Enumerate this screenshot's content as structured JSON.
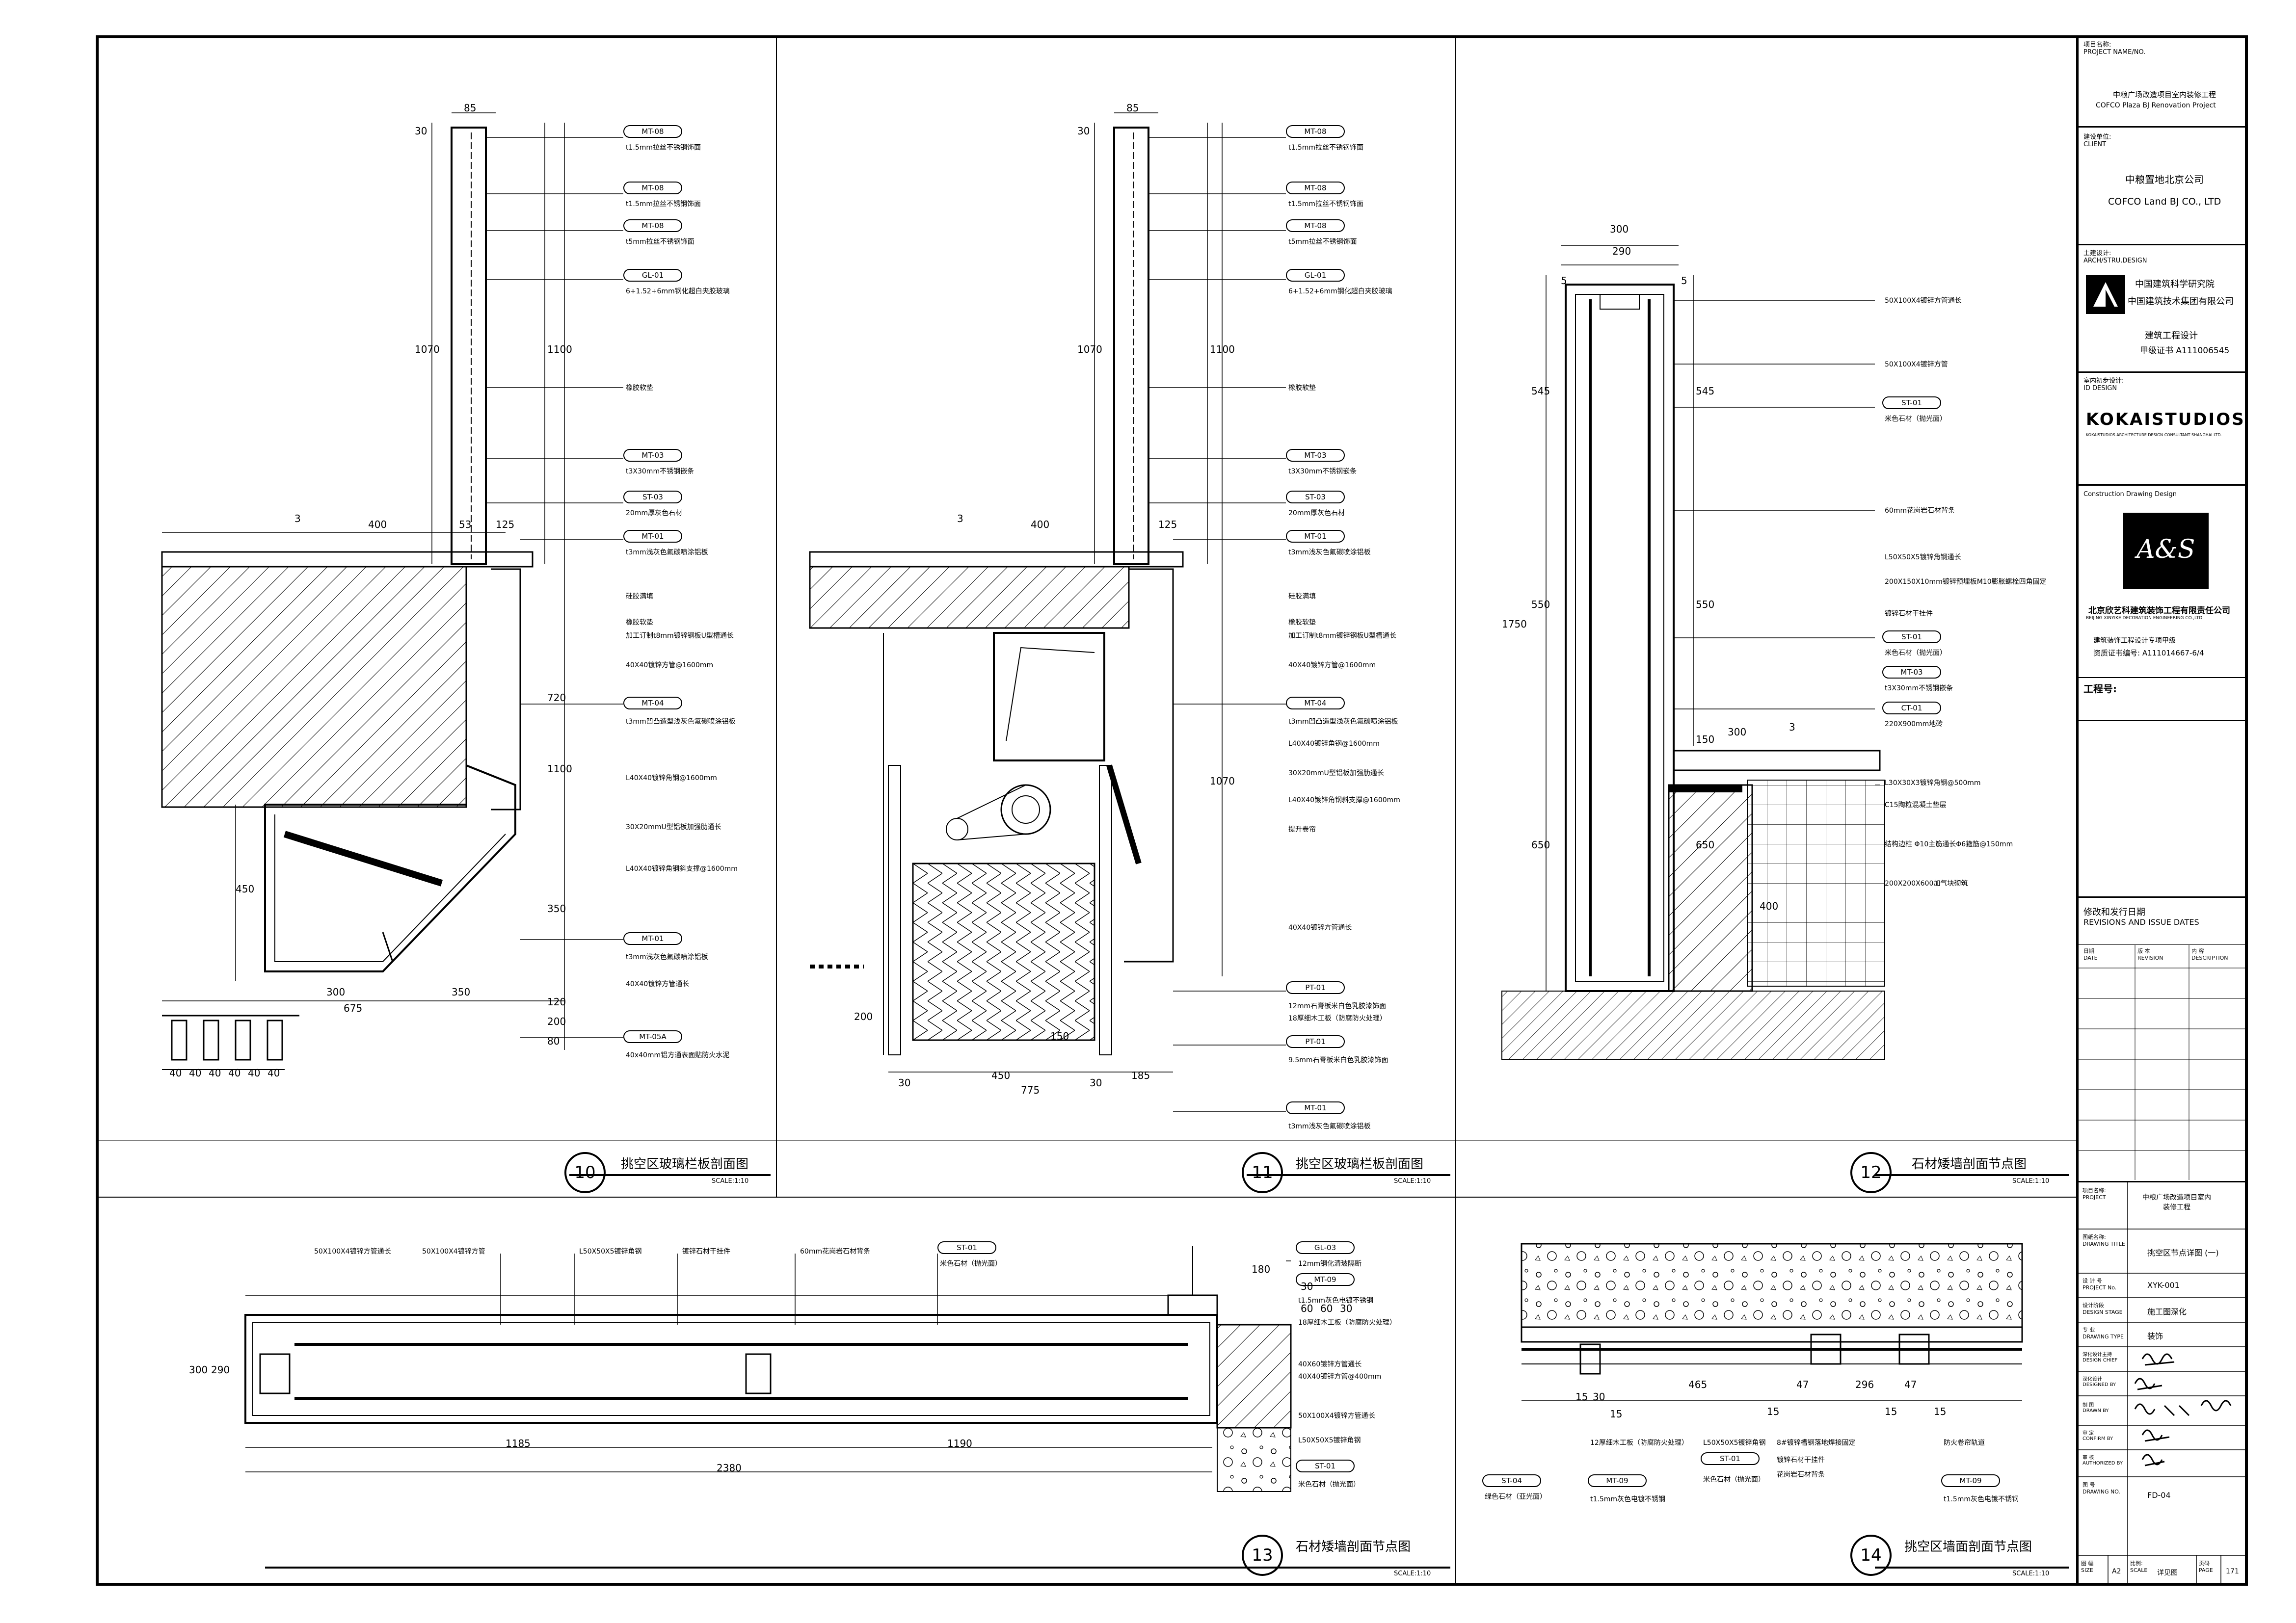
{
  "titleblock": {
    "project_label": "项目名称:\nPROJECT NAME/NO.",
    "project_name_cn": "中粮广场改造项目室内装修工程",
    "project_name_en": "COFCO Plaza BJ Renovation Project",
    "client_label": "建设单位:\nCLIENT",
    "client_cn": "中粮置地北京公司",
    "client_en": "COFCO Land BJ CO., LTD",
    "arch_label": "土建设计:\nARCH/STRU.DESIGN",
    "arch_org1": "中国建筑科学研究院",
    "arch_org2": "中国建筑技术集团有限公司",
    "arch_cert1": "建筑工程设计",
    "arch_cert2": "甲级证书 A111006545",
    "idesign_label": "室内初步设计:\nID DESIGN",
    "kokai": "KOKAISTUDIOS",
    "kokai_small": "KOKAISTUDIOS ARCHITECTURE DESIGN CONSULTANT SHANGHAI LTD.",
    "cdd_label": "Construction Drawing Design",
    "logo_text": "A&S",
    "company_cn": "北京欣艺科建筑装饰工程有限责任公司",
    "company_en": "BEIJING XINYIKE DECORATION ENGINEERING CO.,LTD",
    "license1": "建筑装饰工程设计专项甲级",
    "license2": "资质证书编号: A111014667-6/4",
    "project_no_label": "工程号:",
    "rev_title_cn": "修改和发行日期",
    "rev_title_en": "REVISIONS AND ISSUE DATES",
    "rev_col1": "日期\nDATE",
    "rev_col2": "版 本\nREVISION",
    "rev_col3": "内 容\nDESCRIPTION",
    "rows": [
      {
        "label": "项目名称:\nPROJECT",
        "value": "中粮广场改造项目室内\n装修工程"
      },
      {
        "label": "图纸名称:\nDRAWING TITLE",
        "value": "挑空区节点详图 (一)"
      },
      {
        "label": "设 计 号\nPROJECT No.",
        "value": "XYK-001"
      },
      {
        "label": "设计阶段\nDESIGN STAGE",
        "value": "施工图深化"
      },
      {
        "label": "专 业\nDRAWING TYPE",
        "value": "装饰"
      },
      {
        "label": "深化设计主持\nDESIGN CHIEF",
        "value": ""
      },
      {
        "label": "深化设计\nDESIGNED BY",
        "value": ""
      },
      {
        "label": "制 图\nDRAWN BY",
        "value": ""
      },
      {
        "label": "审 定\nCONFIRM BY",
        "value": ""
      },
      {
        "label": "审 核\nAUTHORIZED BY",
        "value": ""
      },
      {
        "label": "图 号\nDRAWING NO.",
        "value": "FD-04"
      }
    ],
    "size_label": "图 幅\nSIZE",
    "size_value": "A2",
    "scale_label": "比例:\nSCALE",
    "scale_value": "详见图",
    "page_label": "页码\nPAGE",
    "page_value": "171"
  },
  "details": [
    {
      "num": "10",
      "title": "挑空区玻璃栏板剖面图",
      "scale": "SCALE:1:10"
    },
    {
      "num": "11",
      "title": "挑空区玻璃栏板剖面图",
      "scale": "SCALE:1:10"
    },
    {
      "num": "12",
      "title": "石材矮墙剖面节点图",
      "scale": "SCALE:1:10"
    },
    {
      "num": "13",
      "title": "石材矮墙剖面节点图",
      "scale": "SCALE:1:10"
    },
    {
      "num": "14",
      "title": "挑空区墙面剖面节点图",
      "scale": "SCALE:1:10"
    }
  ],
  "d10": {
    "tags": [
      "MT-08",
      "MT-08",
      "MT-08",
      "GL-01",
      "MT-03",
      "ST-03",
      "MT-01",
      "MT-04",
      "MT-01",
      "MT-05A"
    ],
    "notes": [
      "t1.5mm拉丝不锈钢饰面",
      "t1.5mm拉丝不锈钢饰面",
      "t5mm拉丝不锈钢饰面",
      "6+1.52+6mm钢化超白夹胶玻璃",
      "橡胶软垫",
      "t3X30mm不锈钢嵌条",
      "20mm厚灰色石材",
      "t3mm浅灰色氟碳喷涂铝板",
      "硅胶满填",
      "橡胶软垫",
      "加工订制t8mm镀锌钢板U型槽通长",
      "40X40镀锌方管@1600mm",
      "t3mm凹凸造型浅灰色氟碳喷涂铝板",
      "L40X40镀锌角钢@1600mm",
      "30X20mmU型铝板加强肋通长",
      "L40X40镀锌角钢斜支撑@1600mm",
      "t3mm浅灰色氟碳喷涂铝板",
      "40X40镀锌方管通长",
      "40x40mm铝方通表面贴防火水泥"
    ],
    "dims": [
      "85",
      "30",
      "1070",
      "1100",
      "400",
      "53",
      "125",
      "3",
      "720",
      "1100",
      "450",
      "350",
      "300",
      "675",
      "350",
      "120",
      "200",
      "80",
      "40",
      "40",
      "40",
      "40",
      "40",
      "40"
    ]
  },
  "d11": {
    "tags": [
      "MT-08",
      "MT-08",
      "MT-08",
      "GL-01",
      "MT-03",
      "ST-03",
      "MT-01",
      "MT-04",
      "PT-01",
      "PT-01",
      "MT-01"
    ],
    "notes": [
      "t1.5mm拉丝不锈钢饰面",
      "t1.5mm拉丝不锈钢饰面",
      "t5mm拉丝不锈钢饰面",
      "6+1.52+6mm钢化超白夹胶玻璃",
      "橡胶软垫",
      "t3X30mm不锈钢嵌条",
      "20mm厚灰色石材",
      "t3mm浅灰色氟碳喷涂铝板",
      "硅胶满填",
      "橡胶软垫",
      "加工订制t8mm镀锌钢板U型槽通长",
      "40X40镀锌方管@1600mm",
      "t3mm凹凸造型浅灰色氟碳喷涂铝板",
      "L40X40镀锌角钢@1600mm",
      "30X20mmU型铝板加强肋通长",
      "L40X40镀锌角钢斜支撑@1600mm",
      "提升卷帘",
      "40X40镀锌方管通长",
      "12mm石膏板米白色乳胶漆饰面",
      "18厚细木工板（防腐防火处理）",
      "9.5mm石膏板米白色乳胶漆饰面",
      "t3mm浅灰色氟碳喷涂铝板"
    ],
    "dims": [
      "85",
      "30",
      "1070",
      "1100",
      "400",
      "125",
      "3",
      "1070",
      "450",
      "775",
      "185",
      "200",
      "150",
      "30",
      "30"
    ]
  },
  "d12": {
    "tags": [
      "ST-01",
      "ST-01",
      "MT-03",
      "CT-01"
    ],
    "notes": [
      "50X100X4镀锌方管通长",
      "50X100X4镀锌方管",
      "米色石材（抛光面）",
      "60mm花岗岩石材背条",
      "L50X50X5镀锌角钢通长",
      "200X150X10mm镀锌预埋板M10膨胀螺栓四角固定",
      "镀锌石材干挂件",
      "米色石材（抛光面）",
      "t3X30mm不锈钢嵌条",
      "220X900mm地砖",
      "L30X30X3镀锌角钢@500mm",
      "C15陶粒混凝土垫层",
      "结构边柱 Φ10主筋通长Φ6箍筋@150mm",
      "200X200X600加气块砌筑"
    ],
    "dims": [
      "300",
      "290",
      "5",
      "5",
      "545",
      "545",
      "1750",
      "550",
      "550",
      "150",
      "300",
      "3",
      "650",
      "650",
      "400"
    ]
  },
  "d13": {
    "tags": [
      "ST-01",
      "GL-03",
      "MT-09",
      "ST-01"
    ],
    "notes": [
      "50X100X4镀锌方管通长",
      "50X100X4镀锌方管",
      "L50X50X5镀锌角钢",
      "镀锌石材干挂件",
      "60mm花岗岩石材背条",
      "米色石材（抛光面）",
      "12mm钢化清玻隔断",
      "t1.5mm灰色电镀不锈钢",
      "18厚细木工板（防腐防火处理）",
      "40X60镀锌方管通长",
      "40X40镀锌方管@400mm",
      "50X100X4镀锌方管通长",
      "L50X50X5镀锌角钢",
      "米色石材（抛光面）"
    ],
    "dims": [
      "300",
      "290",
      "1185",
      "1190",
      "2380",
      "180",
      "30",
      "60",
      "60",
      "30"
    ]
  },
  "d14": {
    "tags": [
      "ST-04",
      "MT-09",
      "ST-01",
      "MT-09"
    ],
    "notes": [
      "绿色石材（亚光面）",
      "12厚细木工板（防腐防火处理）",
      "t1.5mm灰色电镀不锈钢",
      "L50X50X5镀锌角钢",
      "米色石材（抛光面）",
      "8#镀锌槽钢落地焊接固定",
      "镀锌石材干挂件",
      "花岗岩石材背条",
      "防火卷帘轨道",
      "t1.5mm灰色电镀不锈钢"
    ],
    "dims": [
      "15",
      "30",
      "15",
      "465",
      "15",
      "47",
      "296",
      "15",
      "47",
      "15"
    ]
  }
}
